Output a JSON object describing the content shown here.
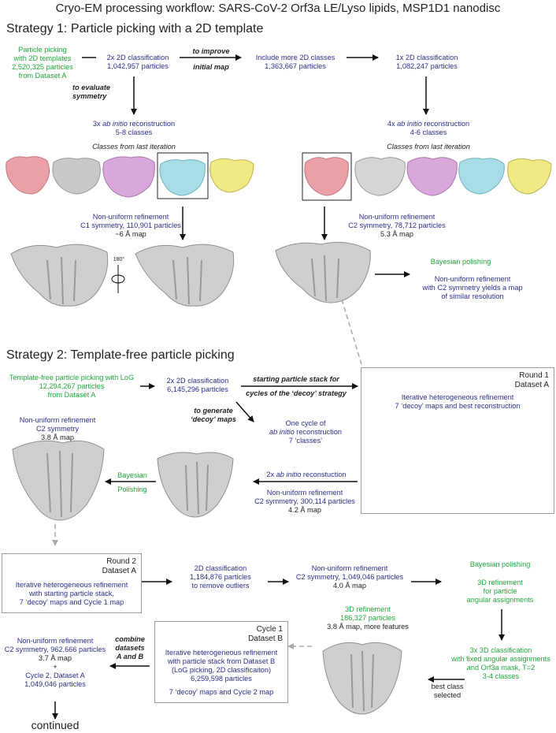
{
  "title": "Cryo-EM processing workflow: SARS-CoV-2 Orf3a LE/Lyso lipids, MSP1D1 nanodisc",
  "strategy1": {
    "heading": "Strategy 1: Particle picking with a 2D template",
    "picking": [
      "Particle picking",
      "with 2D templates",
      "2,520,325 particles",
      "from Dataset A"
    ],
    "class2d_a": [
      "2x 2D classification",
      "1,042,957 particles"
    ],
    "to_improve": [
      "to improve",
      "initial map"
    ],
    "more_classes": [
      "Include more 2D classes",
      "1,363,667 particles"
    ],
    "class2d_b": [
      "1x 2D classification",
      "1,082,247 particles"
    ],
    "to_evaluate": [
      "to evaluate",
      "symmetry"
    ],
    "abinitio_a": [
      "3x ab initio reconstruction",
      "5-8 classes"
    ],
    "abinitio_b": [
      "4x ab initio reconstruction",
      "4-6 classes"
    ],
    "classes_caption": "Classes from last iteration",
    "nur_a": [
      "Non-uniform refinement",
      "C1 symmetry, 110,901 particles",
      "~6 Å map"
    ],
    "nur_b": [
      "Non-uniform refinement",
      "C2 symmetry, 78,712 particles",
      "5.3 Å map"
    ],
    "rotation": "180°",
    "bayesian": "Bayesian polishing",
    "nur_c": [
      "Non-uniform refinement",
      "with C2 symmetry yields a map",
      "of similar resolution"
    ]
  },
  "strategy2": {
    "heading": "Strategy 2: Template-free particle picking",
    "log_picking": [
      "Template-free particle picking with LoG",
      "12,294,267 particles",
      "from Dataset A"
    ],
    "class2d": [
      "2x 2D classification",
      "6,145,296 particles"
    ],
    "starting_stack": [
      "starting particle stack for",
      "cycles of the ‘decoy’ strategy"
    ],
    "to_generate": [
      "to generate",
      "‘decoy’ maps"
    ],
    "one_cycle": [
      "One cycle of",
      "ab initio reconstruction",
      "7 ‘classes’"
    ],
    "round1": {
      "title": [
        "Round 1",
        "Dataset A"
      ],
      "text": [
        "Iterative heterogeneous refinement",
        "7 ‘decoy’ maps and best reconstruction"
      ]
    },
    "nur_top": [
      "Non-uniform refinement",
      "C2 symmetry",
      "3.8 Å map"
    ],
    "bayesian": [
      "Bayesian",
      "Polishing"
    ],
    "abinitio2x": "2x ab initio reconstuction",
    "nur_mid": [
      "Non-uniform refinement",
      "C2 symmetry, 300,114 particles",
      "4.2 Å map"
    ],
    "round2": {
      "title": [
        "Round 2",
        "Dataset A"
      ],
      "text": [
        "Iterative heterogeneous refinement",
        "with starting particle stack,",
        "7 ‘decoy’ maps and Cycle 1 map"
      ]
    },
    "class2d_r2": [
      "2D classification",
      "1,184,876 particles",
      "to remove outliers"
    ],
    "nur_r2": [
      "Non-uniform refinement",
      "C2 symmetry, 1,049,046 particles",
      "4.0 Å map"
    ],
    "bayes_3d": [
      "Bayesian polishing",
      "3D refinement",
      "for particle",
      "angular assignments"
    ],
    "refine3d": [
      "3D refinement",
      "186,327 particles",
      "3.8 Å map, more features"
    ],
    "class3d": [
      "3x 3D classification",
      "with fixed angular assignments",
      "and Orf3a mask, T=2",
      "3-4 classes"
    ],
    "best_class": [
      "best class",
      "selected"
    ],
    "cycle1": {
      "title": [
        "Cycle 1",
        "Dataset B"
      ],
      "text": [
        "Iterative heterogeneous refinement",
        "with particle stack from Dataset B",
        "(LoG picking, 2D classificaiton)",
        "6,259,598 particles",
        "7 ‘decoy’ maps and Cycle 2 map"
      ]
    },
    "combine": [
      "combine",
      "datasets",
      "A and B"
    ],
    "final": [
      "Non-uniform refinement",
      "C2 symmetry, 962,666 particles",
      "3.7 Å map",
      "+",
      "Cycle 2, Dataset A",
      "1,049,046 particles"
    ],
    "continued": "continued"
  },
  "colors": {
    "blue_text": "#2b2f8a",
    "green_text": "#1fa83a",
    "map_grey": "#c9c9c9",
    "map_pink": "#e9a0a6",
    "map_magenta": "#d9a7d9",
    "map_cyan": "#a8dde6",
    "map_yellow": "#efea85",
    "decoy_orange": "#e39a3a",
    "decoy_purple": "#a9a3dd",
    "decoy_green": "#7fcf7a"
  }
}
